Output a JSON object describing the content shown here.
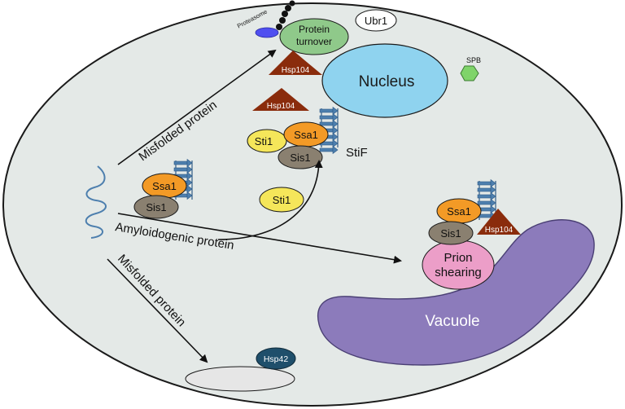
{
  "labels": {
    "proteasome": "Proteasome",
    "protein_turnover_line1": "Protein",
    "protein_turnover_line2": "turnover",
    "ubr1": "Ubr1",
    "nucleus": "Nucleus",
    "spb": "SPB",
    "hsp104_a": "Hsp104",
    "hsp104_b": "Hsp104",
    "hsp104_c": "Hsp104",
    "sti1_a": "Sti1",
    "sti1_b": "Sti1",
    "ssa1_a": "Ssa1",
    "ssa1_b": "Ssa1",
    "ssa1_c": "Ssa1",
    "sis1_a": "Sis1",
    "sis1_b": "Sis1",
    "sis1_c": "Sis1",
    "stif": "StiF",
    "misfolded_protein_top": "Misfolded protein",
    "amyloidogenic_protein": "Amyloidogenic protein",
    "misfolded_protein_bottom": "Misfolded protein",
    "prion_shearing_line1": "Prion",
    "prion_shearing_line2": "shearing",
    "vacuole": "Vacuole",
    "hsp42": "Hsp42"
  },
  "colors": {
    "cell_fill": "#e4e9e7",
    "cell_stroke": "#1a1a1a",
    "turnover_green": "#8fc98a",
    "nucleus_blue": "#8fd3ef",
    "spb_green": "#7fd46a",
    "hsp104_brown": "#8a2c0c",
    "sti1_yellow": "#f5e65a",
    "ssa1_orange": "#f39a26",
    "sis1_gray": "#8a8070",
    "amyloid_blue": "#4d7fae",
    "prion_pink": "#ec9ec8",
    "vacuole_purple": "#8c7bbb",
    "hsp42_teal": "#1f4f6b",
    "proteasome_blue": "#4f4ff0",
    "ipod_gray": "#e6e6e6"
  }
}
